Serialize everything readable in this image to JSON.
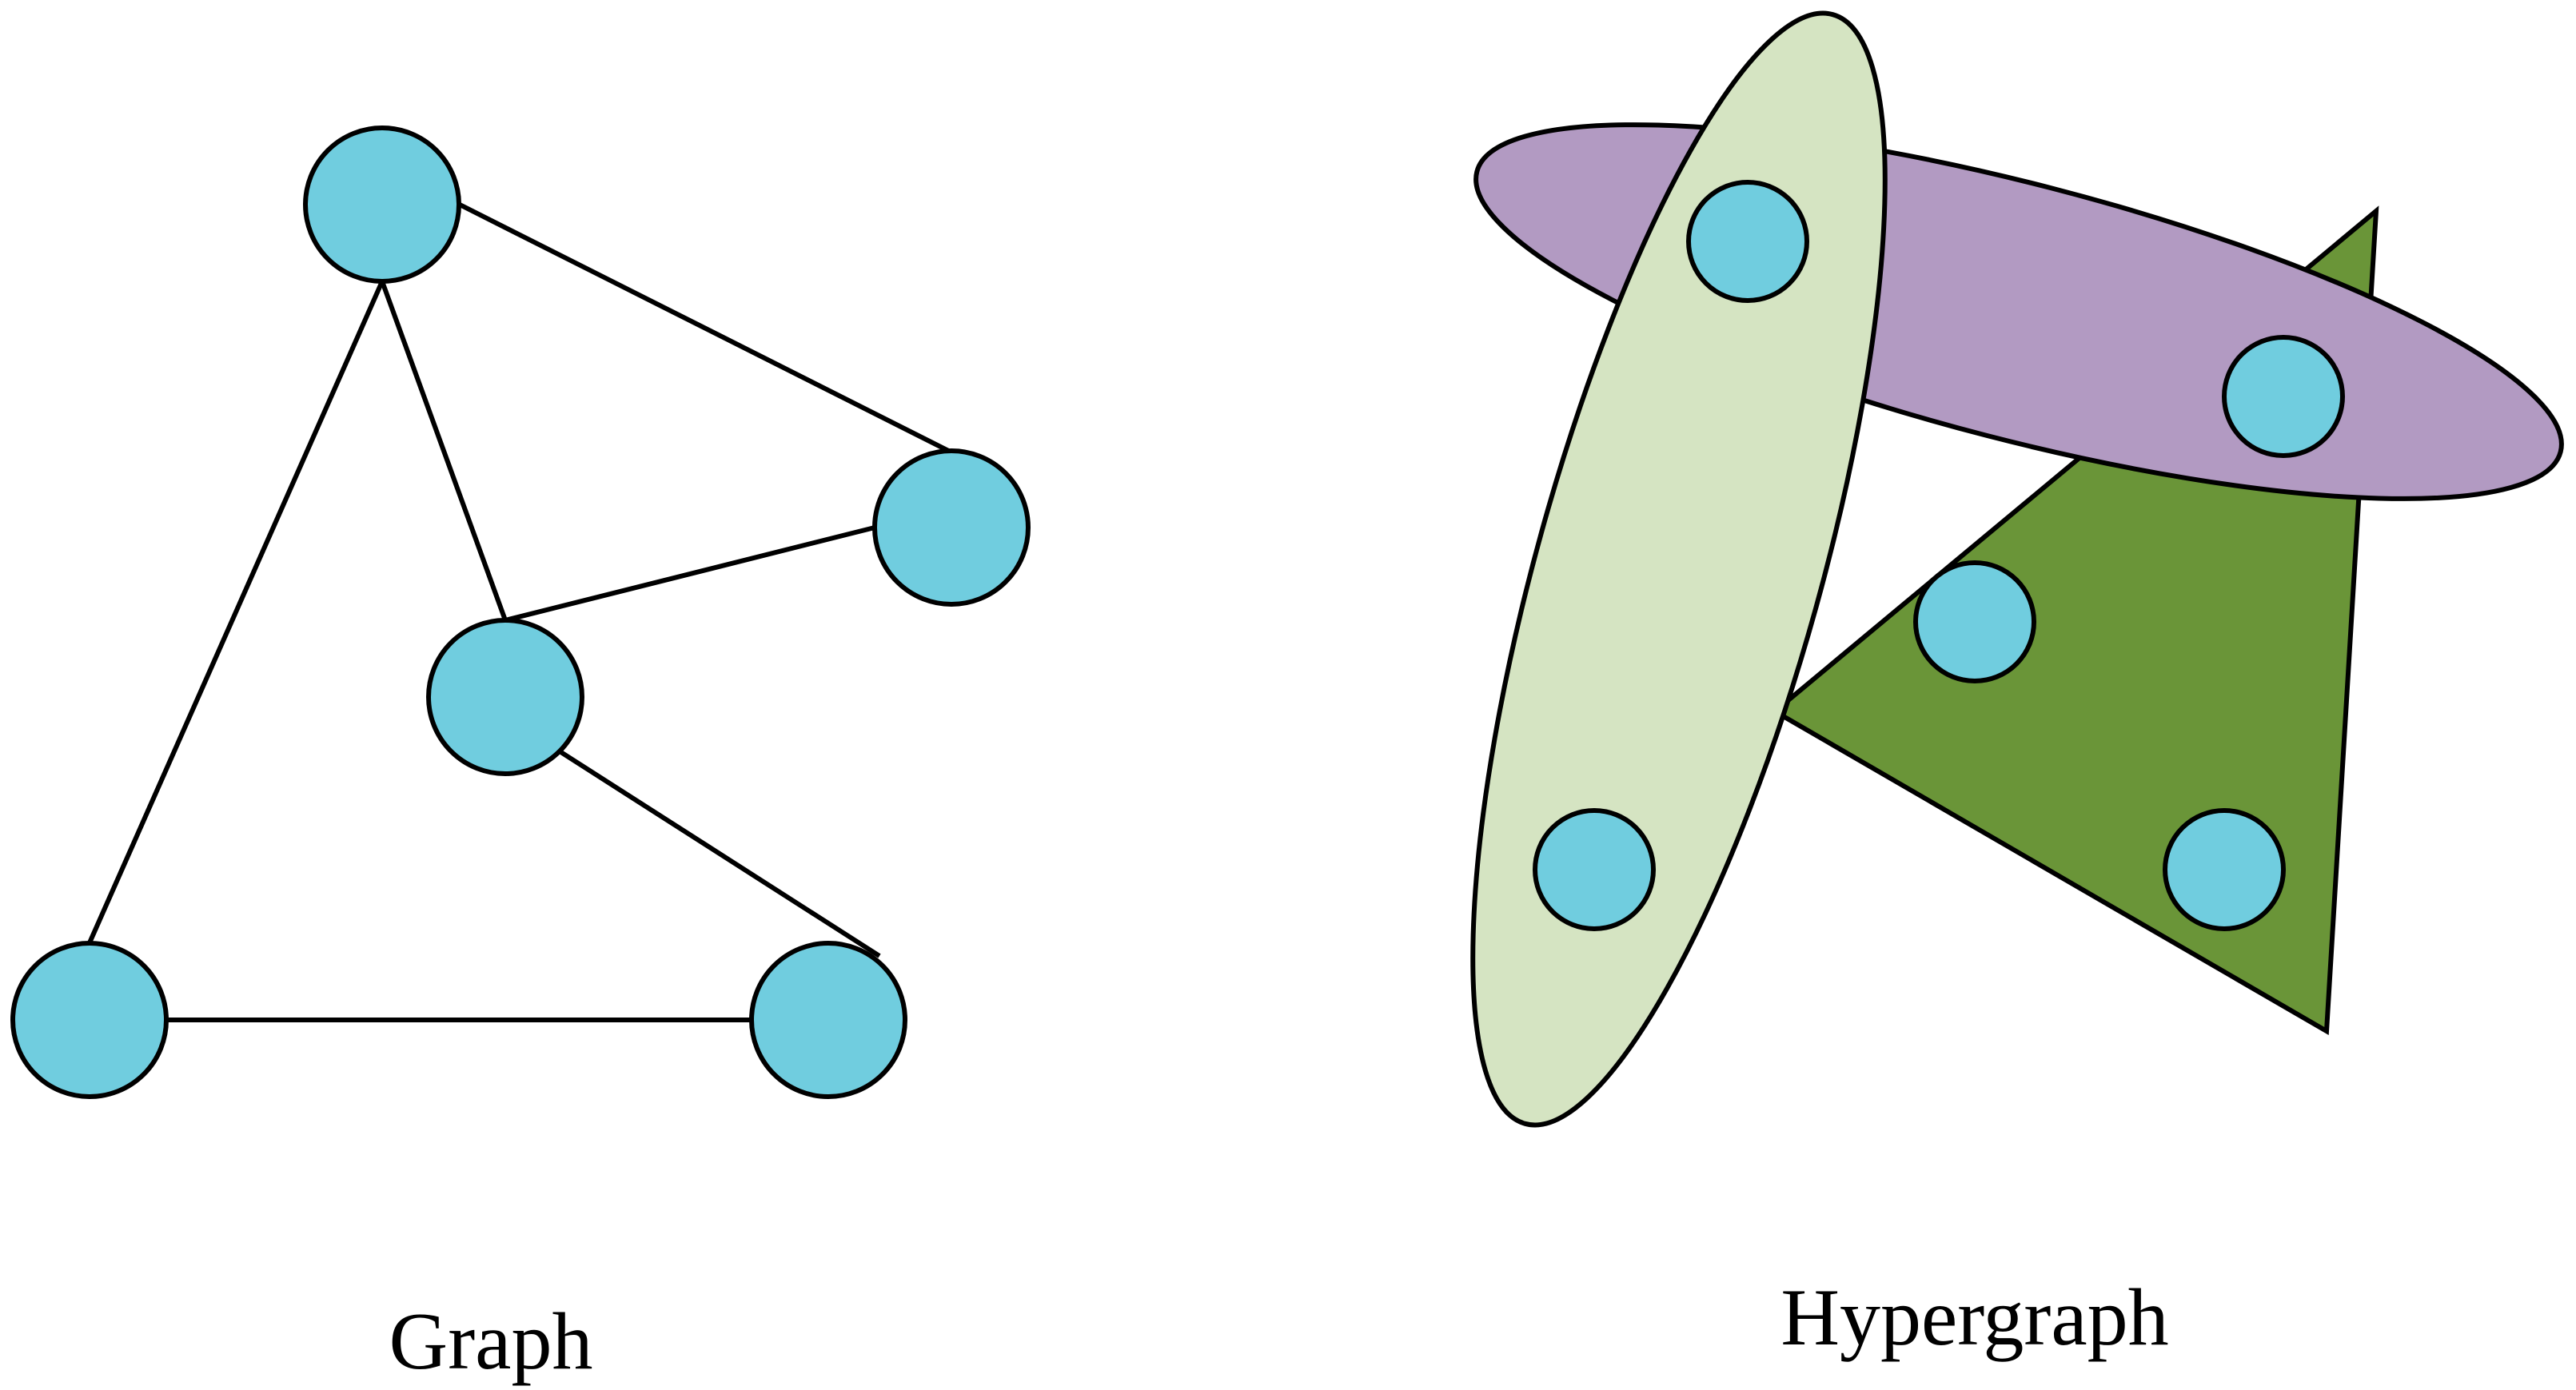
{
  "colors": {
    "background": "#ffffff",
    "node_fill": "#70cddf",
    "outline": "#000000",
    "purple_hyperedge": "#b29ac2",
    "light_green_hyperedge": "#d5e4c2",
    "dark_green_hyperedge": "#6a9538"
  },
  "graph": {
    "caption": "Graph",
    "nodes": [
      "n1",
      "n2",
      "n3",
      "n4",
      "n5"
    ],
    "edges": [
      [
        "n1",
        "n2"
      ],
      [
        "n1",
        "n3"
      ],
      [
        "n1",
        "n4"
      ],
      [
        "n3",
        "n2"
      ],
      [
        "n3",
        "n5"
      ],
      [
        "n4",
        "n5"
      ]
    ]
  },
  "hypergraph": {
    "caption": "Hypergraph",
    "nodes": [
      "v1",
      "v2",
      "v3",
      "v4",
      "v5"
    ],
    "hyperedges": [
      {
        "shape": "triangle",
        "color": "dark_green_hyperedge",
        "members": [
          "v3",
          "v5"
        ]
      },
      {
        "shape": "ellipse",
        "color": "purple_hyperedge",
        "members": [
          "v1",
          "v2"
        ]
      },
      {
        "shape": "ellipse",
        "color": "light_green_hyperedge",
        "members": [
          "v1",
          "v4"
        ]
      }
    ]
  }
}
